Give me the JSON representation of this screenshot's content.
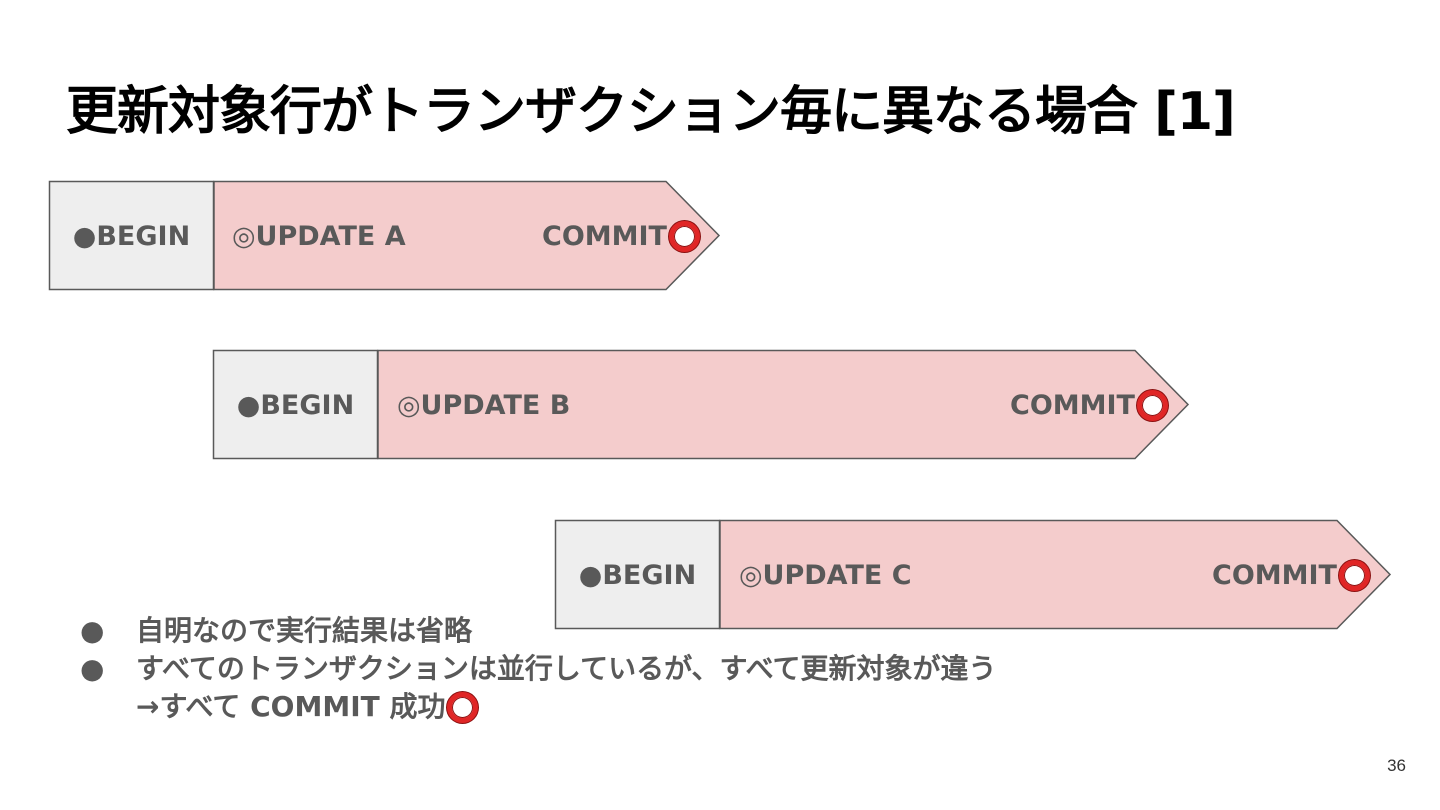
{
  "slide": {
    "title": "更新対象行がトランザクション毎に異なる場合 [1]",
    "page_number": "36"
  },
  "transactions": [
    {
      "begin": "●BEGIN",
      "update": "◎UPDATE A",
      "commit": "COMMIT"
    },
    {
      "begin": "●BEGIN",
      "update": "◎UPDATE B",
      "commit": "COMMIT"
    },
    {
      "begin": "●BEGIN",
      "update": "◎UPDATE C",
      "commit": "COMMIT"
    }
  ],
  "bullets": {
    "items": [
      "自明なので実行結果は省略",
      "すべてのトランザクションは並行しているが、すべて更新対象が違う"
    ],
    "marker": "●",
    "continuation": "→すべて COMMIT 成功"
  },
  "colors": {
    "begin_fill": "#eeeeee",
    "update_fill": "#f4cccc",
    "outline": "#595959",
    "success_mark": "#e02626"
  },
  "icons": {
    "success": "red-circle-icon"
  }
}
